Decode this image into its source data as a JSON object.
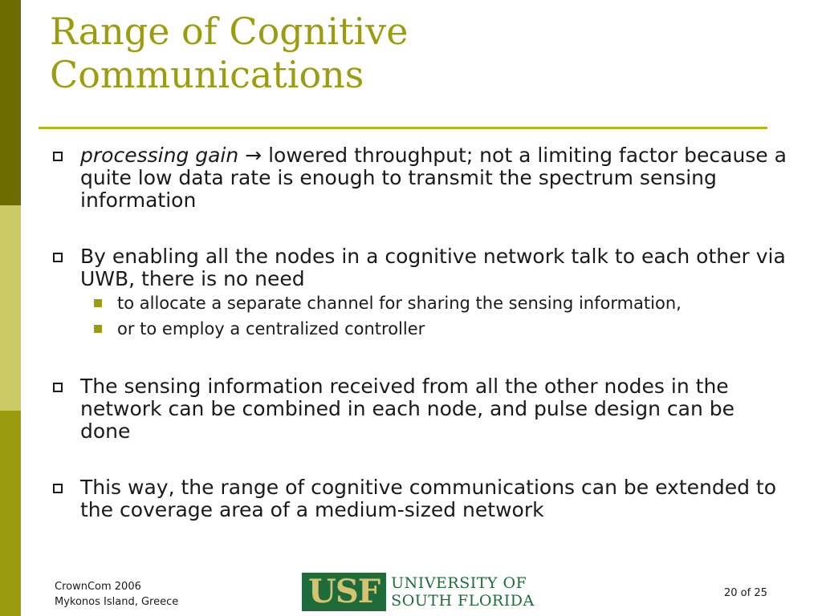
{
  "colors": {
    "accent": "#9c9c10",
    "side_dark": "#6b6b00",
    "side_light": "#cccc66",
    "usf_green": "#1f6b3a",
    "usf_gold": "#d4c373"
  },
  "title": {
    "line1": "Range of Cognitive",
    "line2": "Communications"
  },
  "bullets": [
    {
      "em": "processing gain",
      "arrow": "→",
      "text": " lowered throughput; not a limiting factor because a quite low data rate is enough to transmit the spectrum sensing information"
    },
    {
      "text": "By enabling all the nodes in a cognitive network talk to each other via UWB, there is no need",
      "sub": [
        "to allocate a separate channel for sharing the sensing information,",
        "or to employ a centralized controller"
      ]
    },
    {
      "text": "The sensing information received from all the other nodes in the network can be combined in each node, and pulse design can be done"
    },
    {
      "text": "This way, the range of cognitive communications can be extended to the coverage area of a medium-sized network"
    }
  ],
  "footer": {
    "line1": "CrownCom 2006",
    "line2": "Mykonos Island, Greece",
    "page": "20 of 25"
  },
  "logo": {
    "mark": "USF",
    "line1": "UNIVERSITY OF",
    "line2": "SOUTH FLORIDA"
  }
}
